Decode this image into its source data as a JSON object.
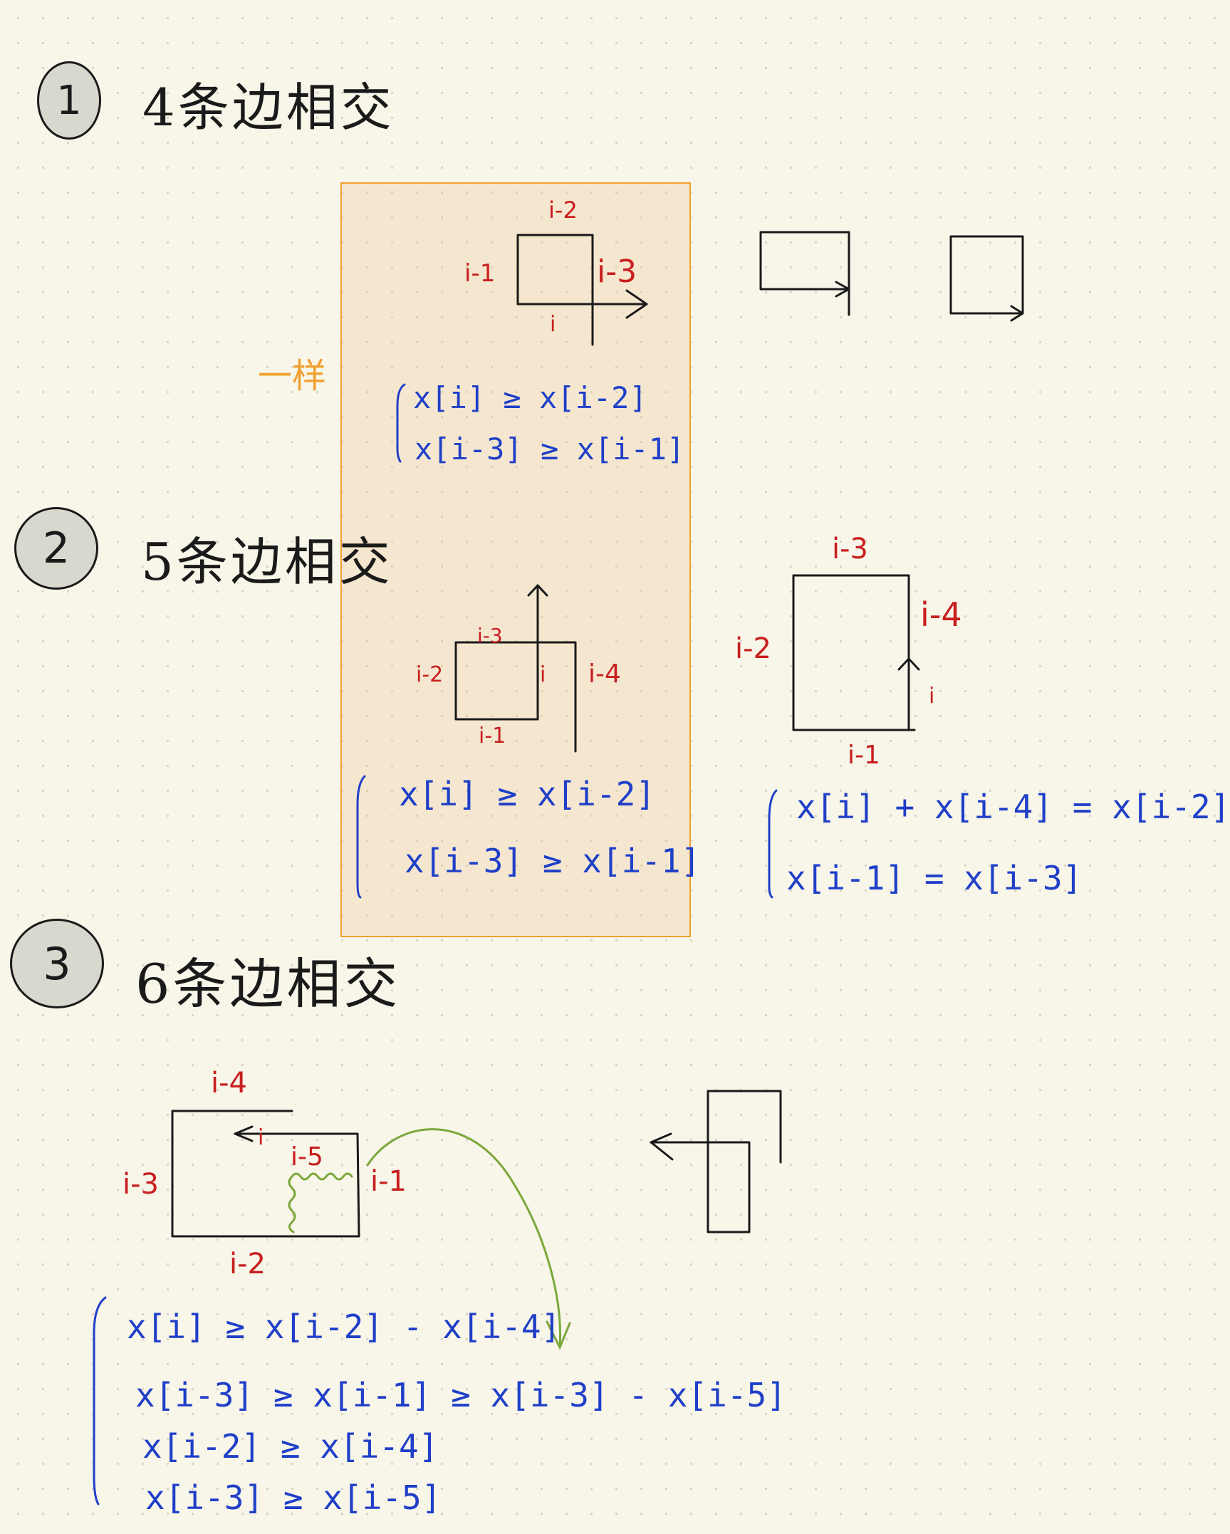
{
  "colors": {
    "background": "#f8f5e9",
    "ink": "#1a1a1a",
    "label_red": "#c81e1e",
    "equation_blue": "#1f3fc8",
    "highlight_orange": "#f0a030",
    "wiggle_green": "#7aa83a"
  },
  "sections": [
    {
      "number": "1",
      "heading": "4条边相交"
    },
    {
      "number": "2",
      "heading": "5条边相交"
    },
    {
      "number": "3",
      "heading": "6条边相交"
    }
  ],
  "side_note": "一样",
  "s1": {
    "labels": {
      "top": "i-2",
      "left": "i-1",
      "right": "i-3",
      "bottom": "i"
    },
    "equations": [
      "x[i] ≥ x[i-2]",
      "x[i-3] ≥ x[i-1]"
    ]
  },
  "s2": {
    "a_labels": {
      "top": "i-3",
      "left": "i-2",
      "inner": "i",
      "right": "i-4",
      "bottom": "i-1"
    },
    "a_equations": [
      "x[i] ≥ x[i-2]",
      "x[i-3] ≥ x[i-1]"
    ],
    "b_labels": {
      "top": "i-3",
      "right": "i-4",
      "left": "i-2",
      "arrow": "i",
      "bottom": "i-1"
    },
    "b_equations": [
      "x[i] + x[i-4] = x[i-2]",
      "x[i-1] = x[i-3]"
    ]
  },
  "s3": {
    "labels": {
      "top": "i-4",
      "arrow": "i",
      "inner": "i-5",
      "left": "i-3",
      "right": "i-1",
      "bottom": "i-2"
    },
    "equations": [
      "x[i] ≥ x[i-2] - x[i-4]",
      "x[i-3] ≥ x[i-1] ≥ x[i-3] - x[i-5]",
      "x[i-2] ≥ x[i-4]",
      "x[i-3] ≥ x[i-5]"
    ]
  }
}
